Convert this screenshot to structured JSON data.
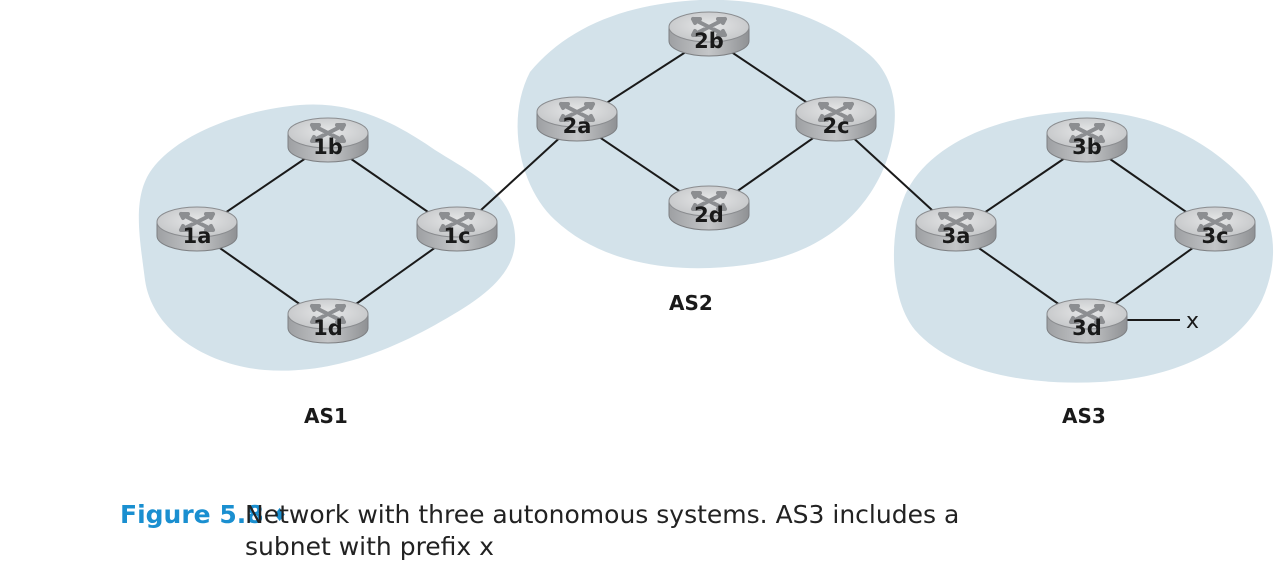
{
  "figure": {
    "number": "Figure 5.8",
    "separator": "♦",
    "caption": "Network with three autonomous systems. AS3 includes a subnet with prefix x"
  },
  "autonomous_systems": [
    {
      "id": "as1",
      "label": "AS1"
    },
    {
      "id": "as2",
      "label": "AS2"
    },
    {
      "id": "as3",
      "label": "AS3"
    }
  ],
  "routers": [
    {
      "id": "1a",
      "label": "1a",
      "as": "AS1"
    },
    {
      "id": "1b",
      "label": "1b",
      "as": "AS1"
    },
    {
      "id": "1c",
      "label": "1c",
      "as": "AS1"
    },
    {
      "id": "1d",
      "label": "1d",
      "as": "AS1"
    },
    {
      "id": "2a",
      "label": "2a",
      "as": "AS2"
    },
    {
      "id": "2b",
      "label": "2b",
      "as": "AS2"
    },
    {
      "id": "2c",
      "label": "2c",
      "as": "AS2"
    },
    {
      "id": "2d",
      "label": "2d",
      "as": "AS2"
    },
    {
      "id": "3a",
      "label": "3a",
      "as": "AS3"
    },
    {
      "id": "3b",
      "label": "3b",
      "as": "AS3"
    },
    {
      "id": "3c",
      "label": "3c",
      "as": "AS3"
    },
    {
      "id": "3d",
      "label": "3d",
      "as": "AS3"
    }
  ],
  "links": [
    [
      "1a",
      "1b"
    ],
    [
      "1b",
      "1c"
    ],
    [
      "1c",
      "1d"
    ],
    [
      "1d",
      "1a"
    ],
    [
      "1c",
      "2a"
    ],
    [
      "2a",
      "2b"
    ],
    [
      "2b",
      "2c"
    ],
    [
      "2c",
      "2d"
    ],
    [
      "2d",
      "2a"
    ],
    [
      "2c",
      "3a"
    ],
    [
      "3a",
      "3b"
    ],
    [
      "3b",
      "3c"
    ],
    [
      "3c",
      "3d"
    ],
    [
      "3d",
      "3a"
    ]
  ],
  "subnet": {
    "label": "x",
    "attached_to": "3d"
  },
  "colors": {
    "as_region": "#d3e2ea",
    "router_body": "#b9bbbd",
    "router_top": "#d9dadb",
    "link": "#1a1a1a",
    "accent": "#1a8fd0"
  }
}
